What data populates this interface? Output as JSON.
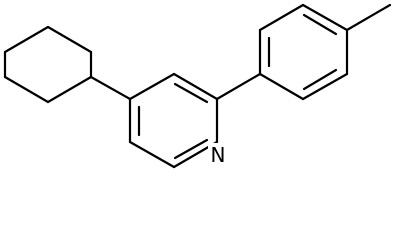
{
  "molecule": {
    "atom_labels": [
      {
        "id": "n1",
        "text": "N"
      }
    ],
    "substituents": [
      "cyclohexyl",
      "p-tolyl"
    ]
  }
}
